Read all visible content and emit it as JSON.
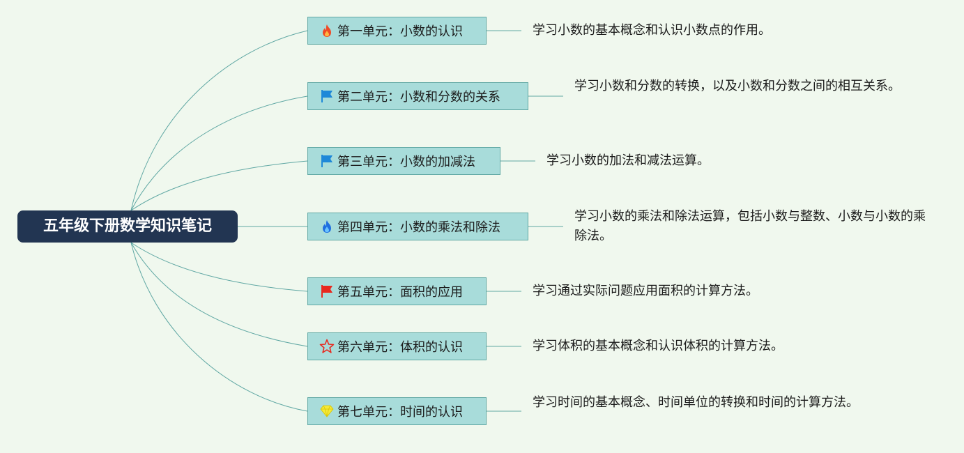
{
  "root": {
    "title": "五年级下册数学知识笔记"
  },
  "colors": {
    "background": "#f0f8ee",
    "root_fill": "#223552",
    "topic_fill": "#a8dcda",
    "topic_border": "#5fa7a3",
    "connector": "#5fa7a3"
  },
  "units": [
    {
      "title": "第一单元：小数的认识",
      "icon": "fire-icon",
      "note": "学习小数的基本概念和认识小数点的作用。"
    },
    {
      "title": "第二单元：小数和分数的关系",
      "icon": "blue-flag-icon",
      "note": "学习小数和分数的转换，以及小数和分数之间的相互关系。"
    },
    {
      "title": "第三单元：小数的加减法",
      "icon": "blue-flag-icon",
      "note": "学习小数的加法和减法运算。"
    },
    {
      "title": "第四单元：小数的乘法和除法",
      "icon": "blue-flame-icon",
      "note": "学习小数的乘法和除法运算，包括小数与整数、小数与小数的乘除法。"
    },
    {
      "title": "第五单元：面积的应用",
      "icon": "red-flag-icon",
      "note": "学习通过实际问题应用面积的计算方法。"
    },
    {
      "title": "第六单元：体积的认识",
      "icon": "star-icon",
      "note": "学习体积的基本概念和认识体积的计算方法。"
    },
    {
      "title": "第七单元：时间的认识",
      "icon": "diamond-icon",
      "note": "学习时间的基本概念、时间单位的转换和时间的计算方法。"
    }
  ]
}
